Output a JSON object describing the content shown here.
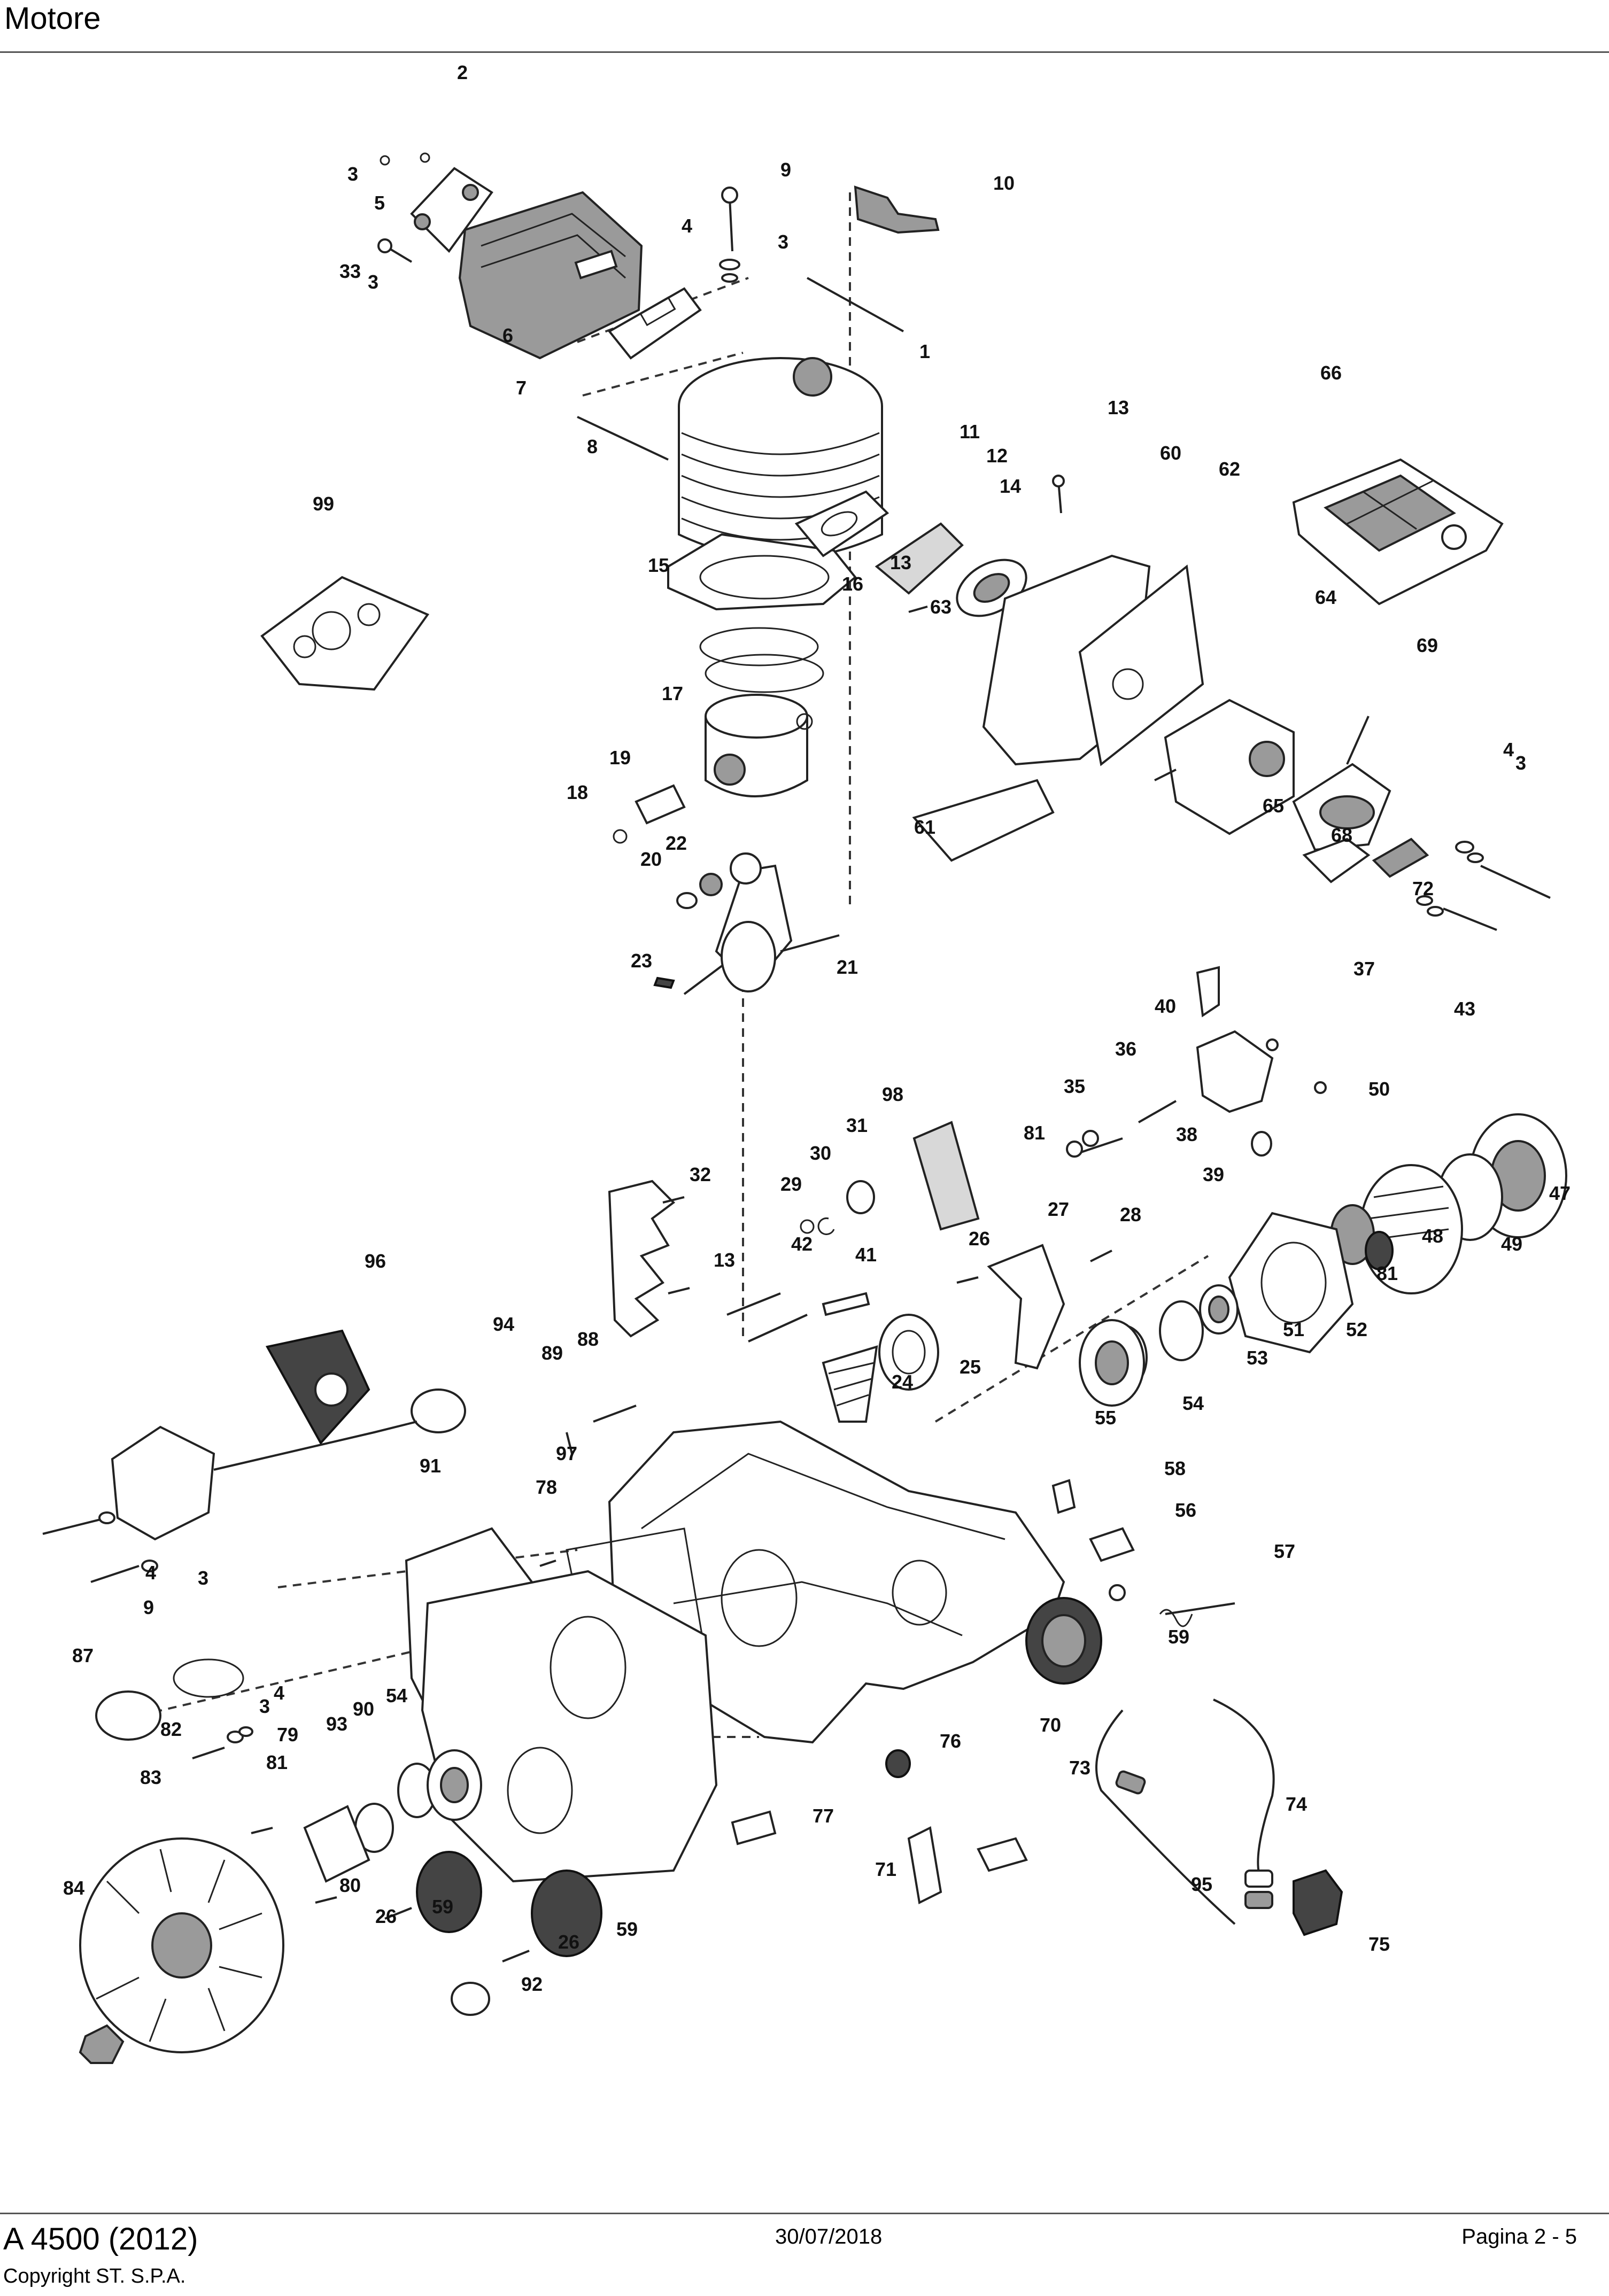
{
  "header": {
    "title": "Motore"
  },
  "footer": {
    "model": "A 4500 (2012)",
    "copyright": "Copyright ST. S.P.A.",
    "date": "30/07/2018",
    "page": "Pagina 2 - 5"
  },
  "callouts": [
    {
      "n": "2"
    },
    {
      "n": "3"
    },
    {
      "n": "5"
    },
    {
      "n": "33"
    },
    {
      "n": "3"
    },
    {
      "n": "6"
    },
    {
      "n": "7"
    },
    {
      "n": "8"
    },
    {
      "n": "9"
    },
    {
      "n": "4"
    },
    {
      "n": "3"
    },
    {
      "n": "10"
    },
    {
      "n": "1"
    },
    {
      "n": "11"
    },
    {
      "n": "12"
    },
    {
      "n": "14"
    },
    {
      "n": "13"
    },
    {
      "n": "15"
    },
    {
      "n": "16"
    },
    {
      "n": "17"
    },
    {
      "n": "19"
    },
    {
      "n": "18"
    },
    {
      "n": "22"
    },
    {
      "n": "20"
    },
    {
      "n": "21"
    },
    {
      "n": "23"
    },
    {
      "n": "99"
    },
    {
      "n": "13"
    },
    {
      "n": "60"
    },
    {
      "n": "62"
    },
    {
      "n": "66"
    },
    {
      "n": "63"
    },
    {
      "n": "64"
    },
    {
      "n": "69"
    },
    {
      "n": "4"
    },
    {
      "n": "3"
    },
    {
      "n": "65"
    },
    {
      "n": "68"
    },
    {
      "n": "72"
    },
    {
      "n": "61"
    },
    {
      "n": "37"
    },
    {
      "n": "40"
    },
    {
      "n": "43"
    },
    {
      "n": "36"
    },
    {
      "n": "38"
    },
    {
      "n": "35"
    },
    {
      "n": "50"
    },
    {
      "n": "39"
    },
    {
      "n": "47"
    },
    {
      "n": "48"
    },
    {
      "n": "49"
    },
    {
      "n": "81"
    },
    {
      "n": "98"
    },
    {
      "n": "31"
    },
    {
      "n": "30"
    },
    {
      "n": "81"
    },
    {
      "n": "32"
    },
    {
      "n": "29"
    },
    {
      "n": "27"
    },
    {
      "n": "28"
    },
    {
      "n": "26"
    },
    {
      "n": "42"
    },
    {
      "n": "41"
    },
    {
      "n": "13"
    },
    {
      "n": "51"
    },
    {
      "n": "52"
    },
    {
      "n": "53"
    },
    {
      "n": "54"
    },
    {
      "n": "25"
    },
    {
      "n": "24"
    },
    {
      "n": "96"
    },
    {
      "n": "94"
    },
    {
      "n": "88"
    },
    {
      "n": "89"
    },
    {
      "n": "55"
    },
    {
      "n": "97"
    },
    {
      "n": "91"
    },
    {
      "n": "78"
    },
    {
      "n": "58"
    },
    {
      "n": "56"
    },
    {
      "n": "57"
    },
    {
      "n": "59"
    },
    {
      "n": "4"
    },
    {
      "n": "9"
    },
    {
      "n": "3"
    },
    {
      "n": "87"
    },
    {
      "n": "4"
    },
    {
      "n": "3"
    },
    {
      "n": "82"
    },
    {
      "n": "90"
    },
    {
      "n": "54"
    },
    {
      "n": "79"
    },
    {
      "n": "93"
    },
    {
      "n": "76"
    },
    {
      "n": "70"
    },
    {
      "n": "83"
    },
    {
      "n": "81"
    },
    {
      "n": "77"
    },
    {
      "n": "73"
    },
    {
      "n": "74"
    },
    {
      "n": "80"
    },
    {
      "n": "26"
    },
    {
      "n": "59"
    },
    {
      "n": "71"
    },
    {
      "n": "95"
    },
    {
      "n": "84"
    },
    {
      "n": "26"
    },
    {
      "n": "59"
    },
    {
      "n": "75"
    },
    {
      "n": "92"
    }
  ]
}
